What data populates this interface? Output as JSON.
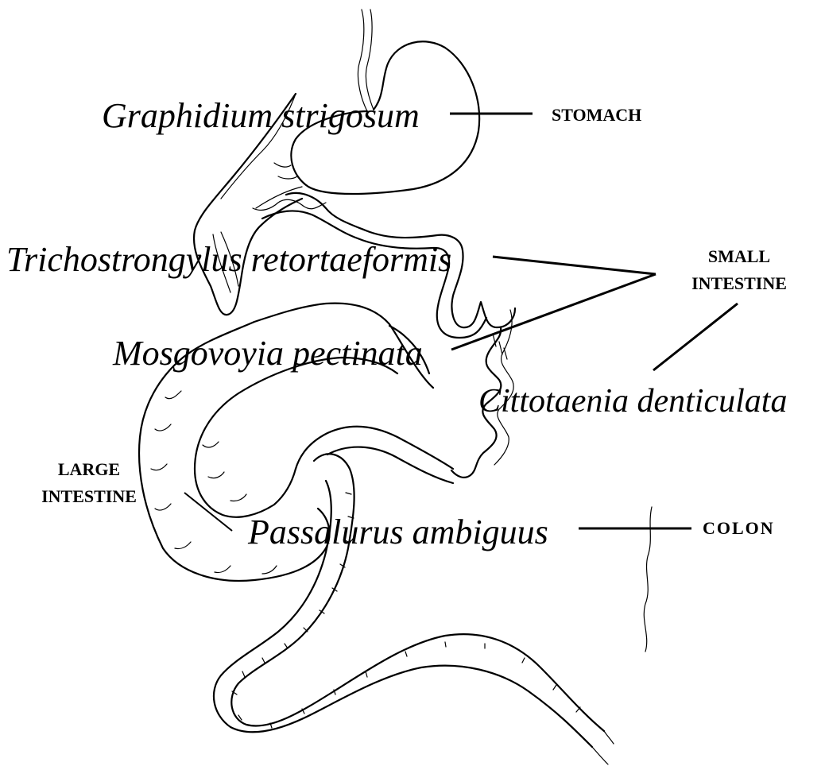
{
  "species": {
    "graphidium": "Graphidium strigosum",
    "trichostrongylus": "Trichostrongylus retortaeformis",
    "mosgovoyia": "Mosgovoyia pectinata",
    "cittotaenia": "Cittotaenia denticulata",
    "passalurus": "Passalurus ambiguus"
  },
  "organs": {
    "stomach": "STOMACH",
    "small_intestine_line1": "SMALL",
    "small_intestine_line2": "INTESTINE",
    "large_intestine_line1": "LARGE",
    "large_intestine_line2": "INTESTINE",
    "colon": "COLON"
  }
}
